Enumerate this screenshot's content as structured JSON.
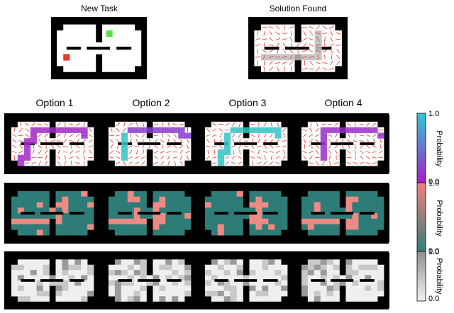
{
  "top": {
    "new_task_title": "New Task",
    "solution_title": "Solution Found",
    "start_color": "#e8392a",
    "goal_color": "#5bdc4a",
    "path_color": "#bdbdbd"
  },
  "options": [
    {
      "label": "Option 1"
    },
    {
      "label": "Option 2"
    },
    {
      "label": "Option 3"
    },
    {
      "label": "Option 4"
    }
  ],
  "colorbars": [
    {
      "label": "Probability",
      "max_label": "1.0",
      "min_label": "0.0",
      "top_color": "#2ec8d6",
      "bottom_color": "#a51cc9"
    },
    {
      "label": "Probability",
      "max_label": "1.0",
      "min_label": "0.0",
      "top_color": "#f08080",
      "bottom_color": "#2f7e78"
    },
    {
      "label": "Probability",
      "max_label": "1.0",
      "min_label": "0.0",
      "top_color": "#8e8e8e",
      "bottom_color": "#f2f2f2"
    }
  ],
  "colors": {
    "wall": "#000000",
    "floor": "#ffffff",
    "arrow": "#e03a2a",
    "teal": "#2e7c78",
    "salmon": "#ee8a84",
    "gray_light": "#efefef",
    "gray_dark": "#9a9a9a"
  }
}
